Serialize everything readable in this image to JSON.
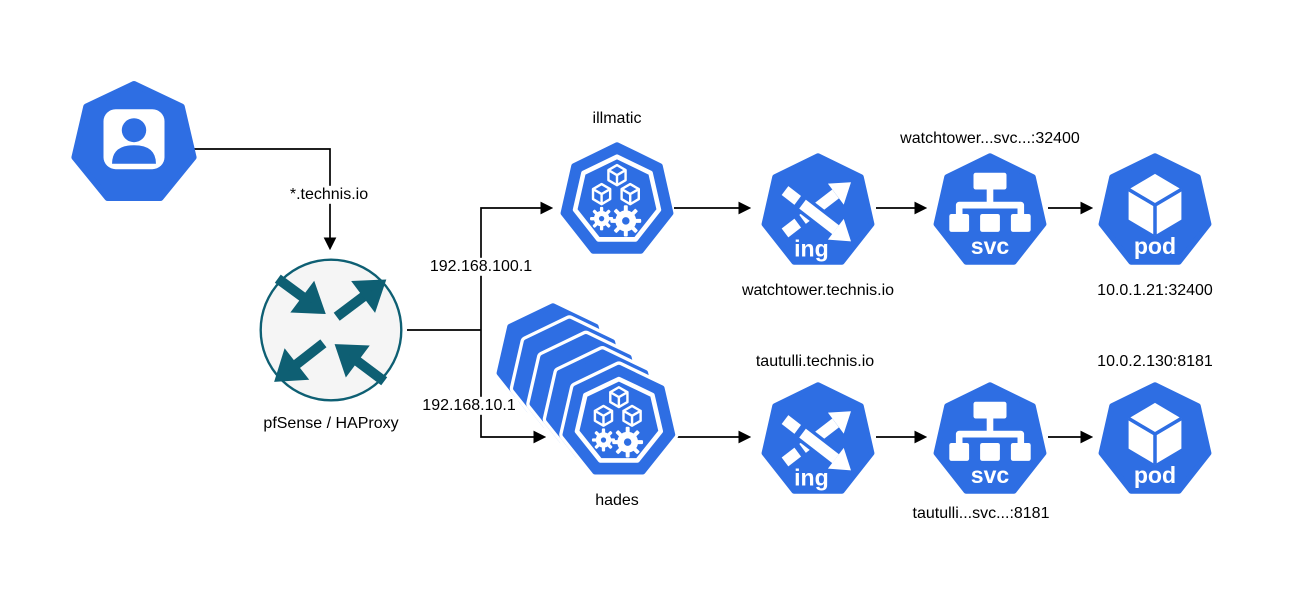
{
  "colors": {
    "node_blue": "#2E6EE3",
    "router_stroke": "#0E5F73",
    "router_fill": "#F5F5F5",
    "edge": "#000000",
    "background": "#FFFFFF"
  },
  "icons": {
    "user": "user-icon",
    "router": "router-crossed-arrows-icon",
    "cluster": "k8s-cluster-icon",
    "cluster_stack": "k8s-cluster-stack-icon",
    "ingress": "k8s-ingress-icon",
    "service": "k8s-service-icon",
    "pod": "k8s-pod-icon"
  },
  "badges": {
    "ingress": "ing",
    "service": "svc",
    "pod": "pod"
  },
  "nodes": {
    "router": {
      "label": "pfSense / HAProxy"
    },
    "cluster_top": {
      "label": "illmatic"
    },
    "cluster_bottom": {
      "label": "hades"
    },
    "ingress_top": {
      "label": "watchtower.technis.io"
    },
    "service_top": {
      "label": "watchtower...svc...:32400"
    },
    "pod_top": {
      "label": "10.0.1.21:32400"
    },
    "ingress_bottom": {
      "label": "tautulli.technis.io"
    },
    "service_bottom": {
      "label": "tautulli...svc...:8181"
    },
    "pod_bottom": {
      "label": "10.0.2.130:8181"
    }
  },
  "edges": {
    "user_to_router": {
      "label": "*.technis.io"
    },
    "router_to_illmatic": {
      "label": "192.168.100.1"
    },
    "router_to_hades": {
      "label": "192.168.10.1"
    }
  }
}
